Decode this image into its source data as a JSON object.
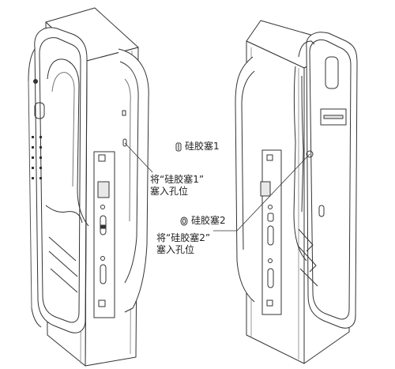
{
  "callouts": {
    "plug1_name": "硅胶塞1",
    "plug1_instruction_line1": "将“硅胶塞1”",
    "plug1_instruction_line2": "塞入孔位",
    "plug2_name": "硅胶塞2",
    "plug2_instruction_line1": "将“硅胶塞2”",
    "plug2_instruction_line2": "塞入孔位"
  },
  "icons": {
    "plug1": "silicone-plug-1-icon",
    "plug2": "silicone-plug-2-icon"
  },
  "colors": {
    "line": "#333333",
    "fill": "#ffffff",
    "shade": "#e8e8e8"
  }
}
